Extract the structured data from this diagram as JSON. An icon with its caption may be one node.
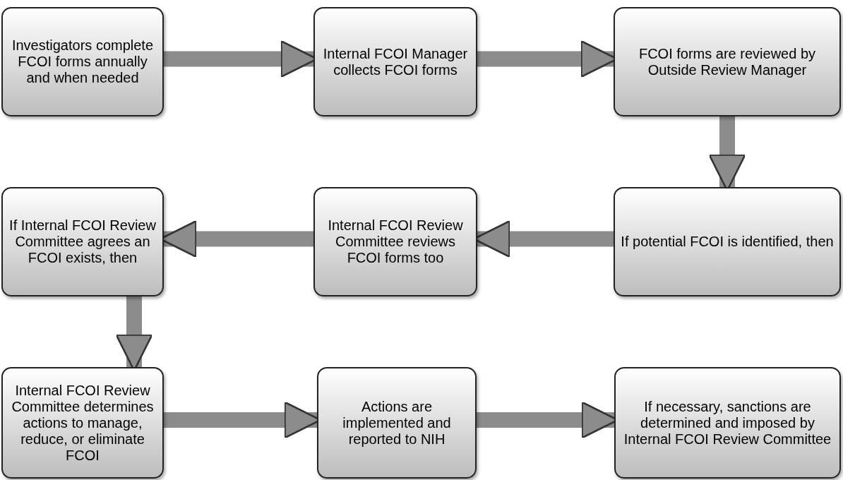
{
  "diagram": {
    "nodes": [
      {
        "text": [
          "Investigators complete FCOI forms annually and when needed"
        ]
      },
      {
        "text": [
          "Internal FCOI Manager collects FCOI forms"
        ]
      },
      {
        "text": [
          "FCOI forms are reviewed by Outside Review Manager"
        ]
      },
      {
        "text": [
          "If potential FCOI is identified, then"
        ]
      },
      {
        "text": [
          "Internal FCOI Review Committee reviews FCOI forms too"
        ]
      },
      {
        "text": [
          "If Internal FCOI Review Committee agrees an FCOI exists, then"
        ]
      },
      {
        "text": [
          "Internal FCOI Review Committee determines actions to manage, reduce, or eliminate FCOI"
        ]
      },
      {
        "text": [
          "Actions are implemented and reported to NIH"
        ]
      },
      {
        "text": [
          "If necessary, sanctions are determined and imposed by Internal FCOI Review Committee"
        ]
      }
    ],
    "edges": [
      {
        "from": 0,
        "to": 1,
        "arrow": "to"
      },
      {
        "from": 1,
        "to": 2,
        "arrow": "to"
      },
      {
        "from": 2,
        "to": 3,
        "arrow": "to"
      },
      {
        "from": 3,
        "to": 4,
        "arrow": "to"
      },
      {
        "from": 4,
        "to": 5,
        "arrow": "to"
      },
      {
        "from": 5,
        "to": 6,
        "arrow": "to"
      },
      {
        "from": 6,
        "to": 7,
        "arrow": "to"
      },
      {
        "from": 7,
        "to": 8,
        "arrow": "to"
      }
    ]
  }
}
